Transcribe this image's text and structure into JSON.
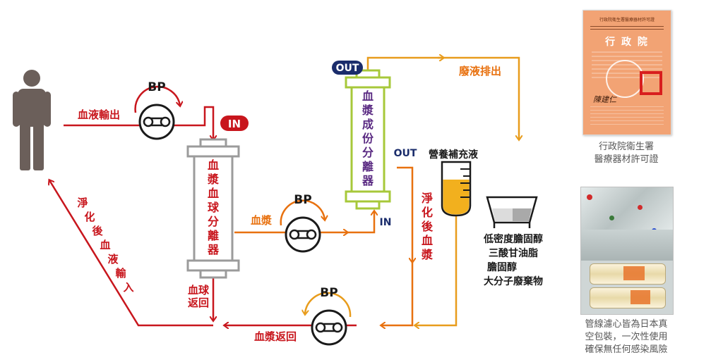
{
  "labels": {
    "bp_top": "BP",
    "bp_middle": "BP",
    "bp_bottom": "BP",
    "blood_out": "血液輸出",
    "in_first": "IN",
    "separator1": [
      "血",
      "漿",
      "血",
      "球",
      "分",
      "離",
      "器"
    ],
    "plasma": "血漿",
    "in_second": "IN",
    "out_top": "OUT",
    "separator2": [
      "血",
      "漿",
      "成",
      "份",
      "分",
      "離",
      "器"
    ],
    "out_mid": "OUT",
    "waste": "廢液排出",
    "nutrient": "營養補充液",
    "cleaned_plasma": [
      "淨",
      "化",
      "後",
      "血",
      "漿"
    ],
    "purified_blood_return": [
      "淨",
      "化",
      "後",
      "血",
      "液",
      "輸",
      "入"
    ],
    "blood_cells_return": [
      "血球",
      "返回"
    ],
    "plasma_return": "血漿返回",
    "removed_items": [
      "低密度膽固醇",
      "三酸甘油脂",
      "膽固醇",
      "大分子廢棄物"
    ]
  },
  "captions": {
    "license": [
      "行政院衛生署",
      "醫療器材許可證"
    ],
    "filters": [
      "管線濾心皆為日本真",
      "空包裝，一次性使用",
      "確保無任何感染風險"
    ]
  },
  "certificate": {
    "header": "行政院衛生署醫療器材許可證",
    "stamp": "行 政 院",
    "signature": "陳建仁"
  },
  "colors": {
    "red": "#c8161d",
    "orange": "#e8710f",
    "amber": "#e89c1c",
    "purple": "#5a2a82",
    "navy": "#1a2c6b",
    "green": "#a7c83a",
    "gray": "#9b9b9b",
    "person": "#6b5f5a"
  }
}
